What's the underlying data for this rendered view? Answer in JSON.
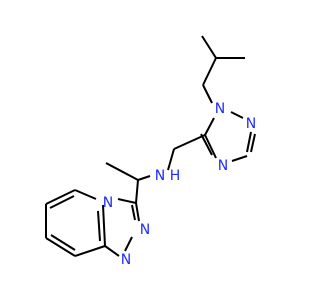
{
  "molecule": {
    "atom_labels": {
      "n_triazole_1": "N",
      "n_triazole_2": "N",
      "n_triazole_3": "N",
      "n_amine": "N",
      "h_amine": "H",
      "n_fused_bridge": "N",
      "n_fused_1": "N",
      "n_fused_2": "N"
    },
    "colors": {
      "bond": "#000000",
      "heteroatom": "#1f2bff"
    }
  }
}
